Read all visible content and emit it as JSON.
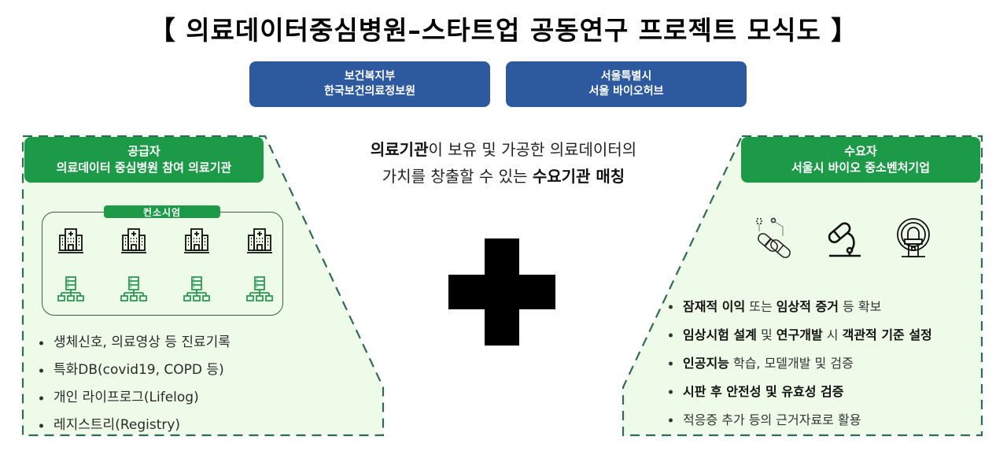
{
  "title": "【 의료데이터중심병원–스타트업 공동연구 프로젝트 모식도 】",
  "colors": {
    "org_blue": "#2d5a9e",
    "header_green": "#1d9a48",
    "panel_fill": "#eefbe9",
    "dash_line": "#2f6b55",
    "icon_green": "#2a9a52"
  },
  "org_boxes": [
    {
      "line1": "보건복지부",
      "line2": "한국보건의료정보원"
    },
    {
      "line1": "서울특별시",
      "line2": "서울 바이오허브"
    }
  ],
  "supplier": {
    "header_line1": "공급자",
    "header_line2": "의료데이터 중심병원 참여 의료기관",
    "consortium_label": "컨소시엄",
    "hospital_icons": [
      "hospital-icon",
      "hospital-icon",
      "hospital-icon",
      "hospital-icon"
    ],
    "network_icons": [
      "server-network-icon",
      "server-network-icon",
      "server-network-icon",
      "server-network-icon"
    ],
    "bullets": [
      "생체신호, 의료영상 등 진료기록",
      "특화DB(covid19, COPD 등)",
      "개인 라이프로그(Lifelog)",
      "레지스트리(Registry)"
    ]
  },
  "center": {
    "line1_bold": "의료기관",
    "line1_rest": "이 보유 및 가공한 의료데이터의",
    "line2_rest": "가치를 창출할 수 있는 ",
    "line2_bold": "수요기관 매칭",
    "plus_icon": "plus-icon"
  },
  "demander": {
    "header_line1": "수요자",
    "header_line2": "서울시 바이오 중소벤처기업",
    "icons": [
      "capsules-icon",
      "microscope-icon",
      "mri-scanner-icon"
    ],
    "bullets": [
      {
        "parts": [
          {
            "t": "잠재적 이익",
            "b": true
          },
          {
            "t": " 또는 ",
            "b": false
          },
          {
            "t": "임상적 증거",
            "b": true
          },
          {
            "t": " 등 확보",
            "b": false
          }
        ]
      },
      {
        "parts": [
          {
            "t": "임상시험 설계",
            "b": true
          },
          {
            "t": " 및 ",
            "b": false
          },
          {
            "t": "연구개발",
            "b": true
          },
          {
            "t": " 시 ",
            "b": false
          },
          {
            "t": "객관적 기준 설정",
            "b": true
          }
        ]
      },
      {
        "parts": [
          {
            "t": "인공지능",
            "b": true
          },
          {
            "t": " 학습, 모델개발 및 검증",
            "b": false
          }
        ]
      },
      {
        "parts": [
          {
            "t": "시판 후 안전성 및 유효성 검증",
            "b": true
          }
        ]
      },
      {
        "parts": [
          {
            "t": "적응증 추가 등의 근거자료로 활용",
            "b": false
          }
        ]
      }
    ]
  }
}
